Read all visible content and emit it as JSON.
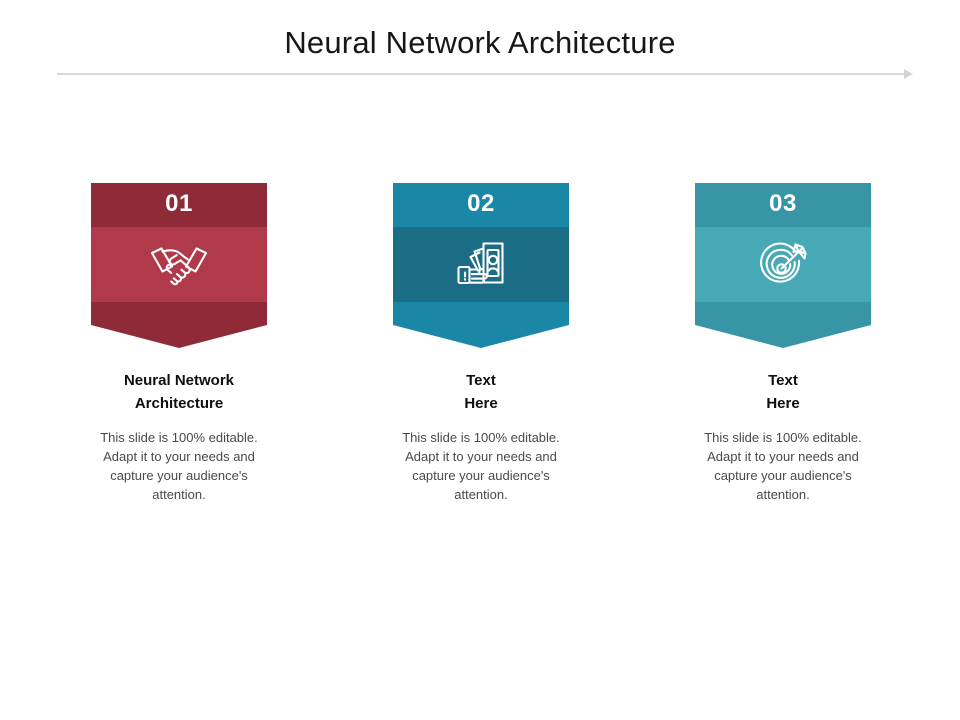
{
  "slide": {
    "title": "Neural Network Architecture",
    "background_color": "#ffffff",
    "divider": {
      "line_color": "#d9d9dc",
      "arrow_color": "#d4d4d8",
      "arrow_icon": "arrow-right-icon"
    }
  },
  "cards": [
    {
      "number": "01",
      "icon": "handshake-icon",
      "heading_line1": "Neural Network",
      "heading_line2": "Architecture",
      "body": "This slide is 100% editable. Adapt it to your needs and capture your audience's attention.",
      "colors": {
        "top": "#8f2a38",
        "mid": "#b03a4a",
        "bottom": "#8f2a38",
        "point": "#8f2a38"
      }
    },
    {
      "number": "02",
      "icon": "cash-in-hand-icon",
      "heading_line1": "Text",
      "heading_line2": "Here",
      "body": "This slide is 100% editable. Adapt it to your needs and capture your audience's attention.",
      "colors": {
        "top": "#1b87a6",
        "mid": "#1b6d86",
        "bottom": "#1b87a6",
        "point": "#1b87a6"
      }
    },
    {
      "number": "03",
      "icon": "target-dart-icon",
      "heading_line1": "Text",
      "heading_line2": "Here",
      "body": "This slide is 100% editable. Adapt it to your needs and capture your audience's attention.",
      "colors": {
        "top": "#3795a5",
        "mid": "#46a9b5",
        "bottom": "#3795a5",
        "point": "#3795a5"
      }
    }
  ]
}
